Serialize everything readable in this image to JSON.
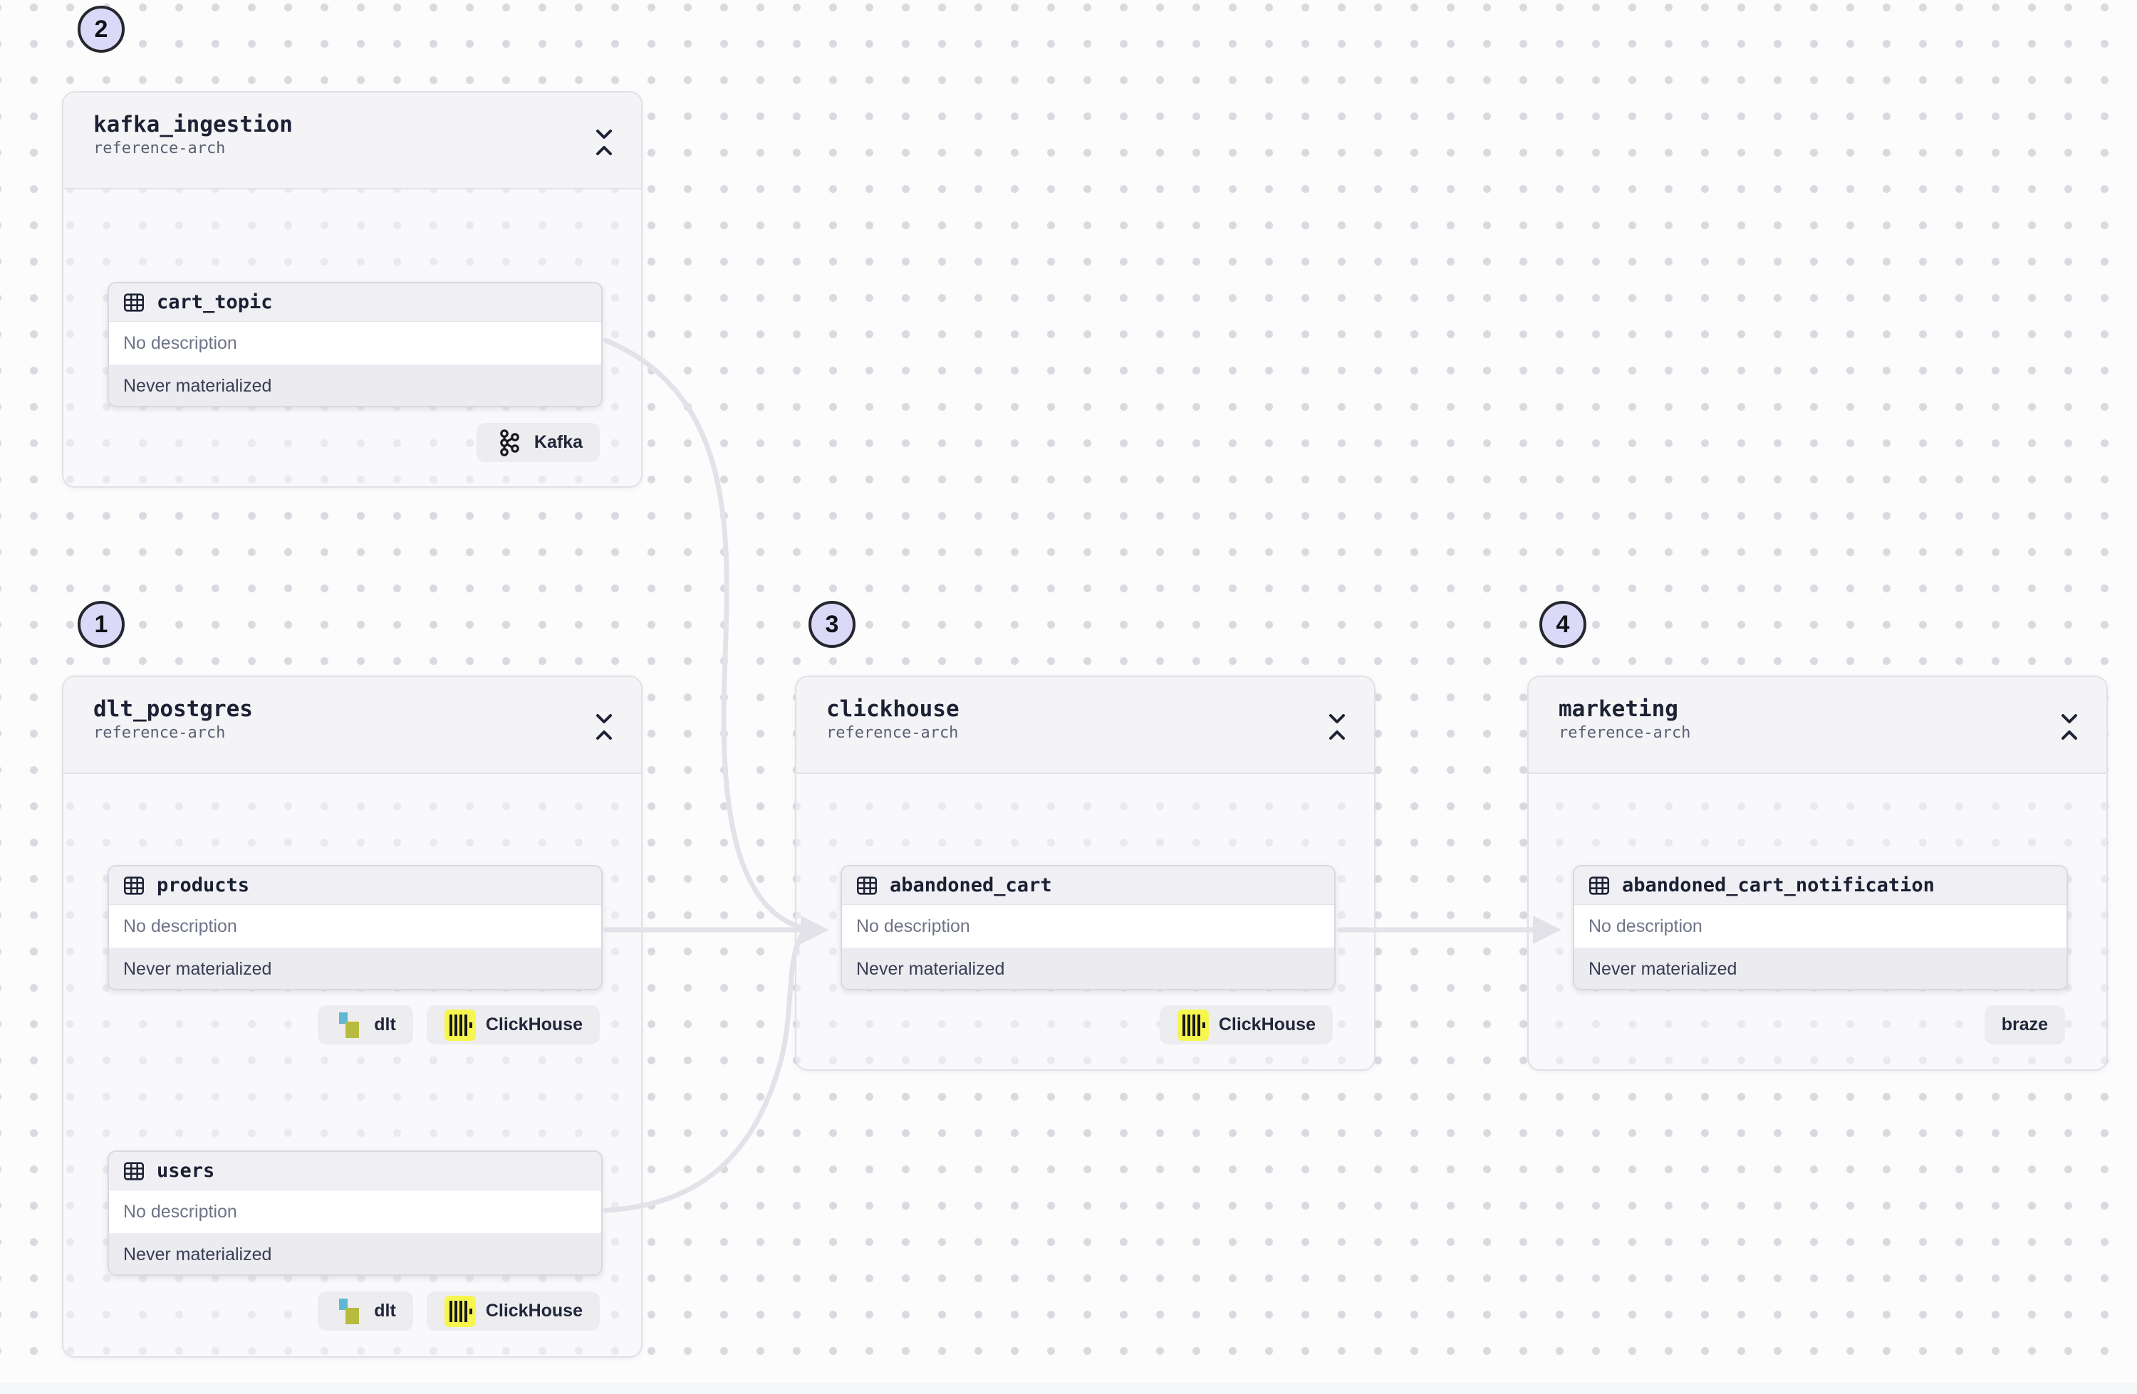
{
  "app": {
    "view": "asset-lineage-graph"
  },
  "colors": {
    "background": "#fcfcfd",
    "grid_dot": "#d9d9e0",
    "group_border": "#e0e0e7",
    "group_header_bg": "#f4f4f6",
    "card_header_bg": "#f0f0f4",
    "card_status_bg": "#ebebf0",
    "edge": "#e2e2e8",
    "annotation_badge_bg": "#dadaf8",
    "clickhouse_yellow": "#f6f64e",
    "dlt_blue": "#5fb7d4",
    "dlt_olive": "#b7bb3f"
  },
  "groups": [
    {
      "title": "kafka_ingestion",
      "subtitle": "reference-arch",
      "badge_number": "2",
      "assets": [
        {
          "name": "cart_topic",
          "description": "No description",
          "status": "Never materialized",
          "tags": [
            {
              "label": "Kafka",
              "icon": "kafka-icon"
            }
          ]
        }
      ]
    },
    {
      "title": "dlt_postgres",
      "subtitle": "reference-arch",
      "badge_number": "1",
      "assets": [
        {
          "name": "products",
          "description": "No description",
          "status": "Never materialized",
          "tags": [
            {
              "label": "dlt",
              "icon": "dlt-icon"
            },
            {
              "label": "ClickHouse",
              "icon": "clickhouse-icon"
            }
          ]
        },
        {
          "name": "users",
          "description": "No description",
          "status": "Never materialized",
          "tags": [
            {
              "label": "dlt",
              "icon": "dlt-icon"
            },
            {
              "label": "ClickHouse",
              "icon": "clickhouse-icon"
            }
          ]
        }
      ]
    },
    {
      "title": "clickhouse",
      "subtitle": "reference-arch",
      "badge_number": "3",
      "assets": [
        {
          "name": "abandoned_cart",
          "description": "No description",
          "status": "Never materialized",
          "tags": [
            {
              "label": "ClickHouse",
              "icon": "clickhouse-icon"
            }
          ]
        }
      ]
    },
    {
      "title": "marketing",
      "subtitle": "reference-arch",
      "badge_number": "4",
      "assets": [
        {
          "name": "abandoned_cart_notification",
          "description": "No description",
          "status": "Never materialized",
          "tags": [
            {
              "label": "braze",
              "icon": null
            }
          ]
        }
      ]
    }
  ],
  "edges": [
    {
      "from": "cart_topic",
      "to": "abandoned_cart"
    },
    {
      "from": "products",
      "to": "abandoned_cart"
    },
    {
      "from": "users",
      "to": "abandoned_cart"
    },
    {
      "from": "abandoned_cart",
      "to": "abandoned_cart_notification"
    }
  ]
}
